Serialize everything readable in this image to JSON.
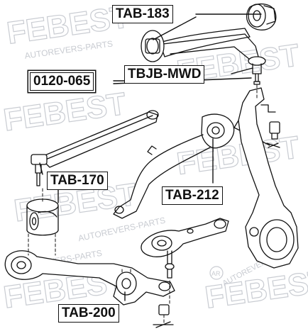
{
  "labels": {
    "tab183": "TAB-183",
    "tbjb": "TBJB-MWD",
    "part0120": "0120-065",
    "tab170": "TAB-170",
    "tab212": "TAB-212",
    "tab200": "TAB-200"
  },
  "watermark": {
    "brand": "FEBEST",
    "site": "AUTOREVERS-PARTS",
    "badge": "AR"
  },
  "colors": {
    "line": "#111111",
    "watermark": "#c9ccd2",
    "background": "#ffffff"
  }
}
